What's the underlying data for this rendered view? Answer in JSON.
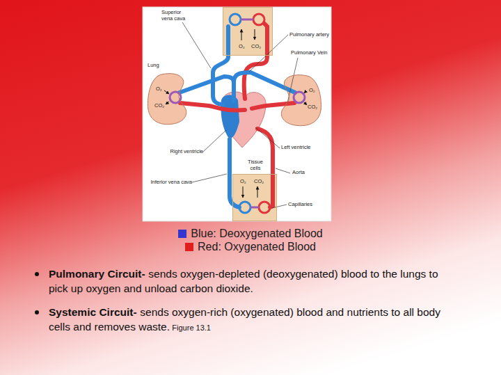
{
  "diagram": {
    "nodes": [
      {
        "text": [
          "O₂",
          "CO₂"
        ]
      },
      {
        "text": [
          "Lung",
          "O₂",
          "CO₂"
        ]
      },
      {
        "text": [
          "O₂",
          "CO₂"
        ]
      },
      {
        "text": [
          "Tissue cells",
          "O₂",
          "CO₂"
        ]
      }
    ],
    "labels": [
      "Superior vena cava",
      "Pulmonary artery",
      "Pulmonary Vein",
      "Right ventricle",
      "Left ventricle",
      "Inferior vena cava",
      "Aorta",
      "Capillaries",
      "Pulmonary Circuit-",
      "sends oxygen-depleted (deoxygenated) blood to the lungs to pick up oxygen and unload carbon dioxide.",
      "Systemic Circuit-",
      "sends oxygen-rich (oxygenated) blood and nutrients to all body cells and removes waste.",
      "Figure 13.1"
    ],
    "legend": [
      {
        "text": "Blue: Deoxygenated Blood",
        "color": "#3535d0"
      },
      {
        "text": "Red: Oxygenated Blood",
        "color": "#e01e1e"
      }
    ]
  }
}
